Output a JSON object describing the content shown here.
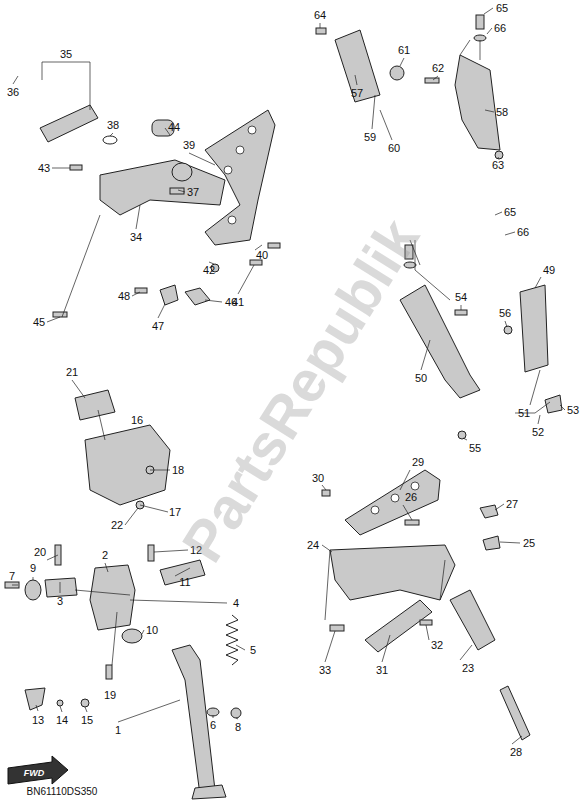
{
  "diagram": {
    "labels": [
      "1",
      "2",
      "3",
      "4",
      "5",
      "6",
      "7",
      "8",
      "9",
      "10",
      "11",
      "12",
      "13",
      "14",
      "15",
      "16",
      "17",
      "18",
      "19",
      "20",
      "21",
      "22",
      "23",
      "24",
      "25",
      "26",
      "27",
      "28",
      "29",
      "30",
      "31",
      "32",
      "33",
      "34",
      "35",
      "36",
      "37",
      "38",
      "39",
      "40",
      "41",
      "42",
      "43",
      "44",
      "45",
      "46",
      "47",
      "48",
      "49",
      "50",
      "51",
      "52",
      "53",
      "54",
      "55",
      "56",
      "57",
      "58",
      "59",
      "60",
      "61",
      "62",
      "63",
      "64",
      "65",
      "66",
      "65",
      "66",
      "FWD",
      "BN61110DS350",
      "PartsRepublik"
    ]
  }
}
